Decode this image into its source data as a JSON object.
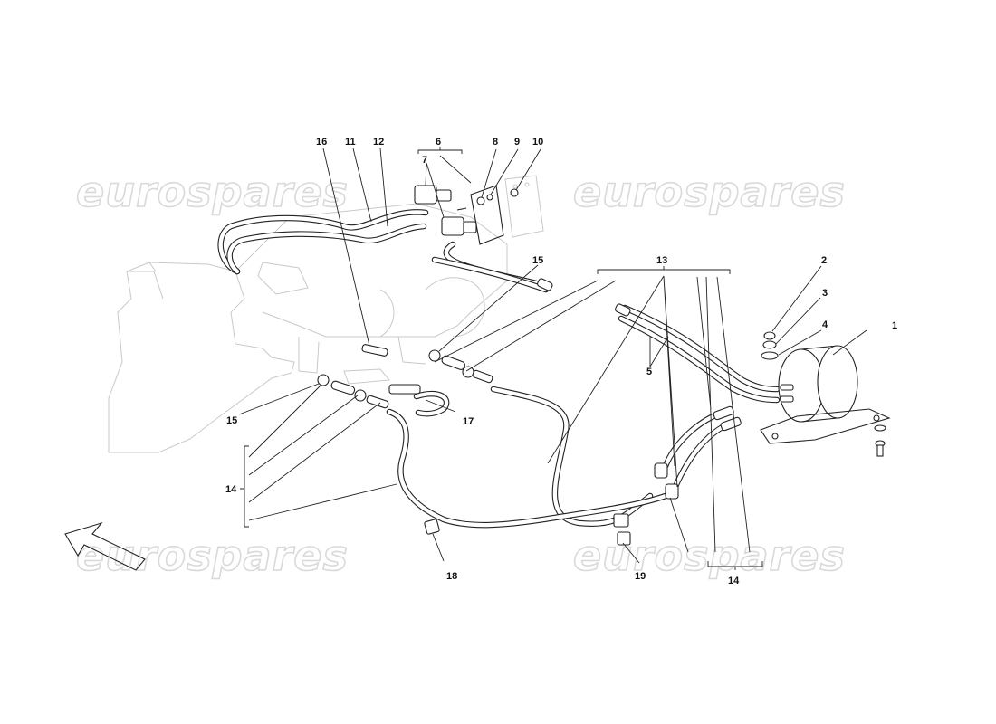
{
  "watermark": {
    "text": "eurospares"
  },
  "callouts": {
    "c1": "1",
    "c2": "2",
    "c3": "3",
    "c4": "4",
    "c5": "5",
    "c6": "6",
    "c7": "7",
    "c8": "8",
    "c9": "9",
    "c10": "10",
    "c11": "11",
    "c12": "12",
    "c13": "13",
    "c14_left": "14",
    "c14_right": "14",
    "c15_top": "15",
    "c15_left": "15",
    "c16": "16",
    "c17": "17",
    "c18": "18",
    "c19": "19"
  }
}
